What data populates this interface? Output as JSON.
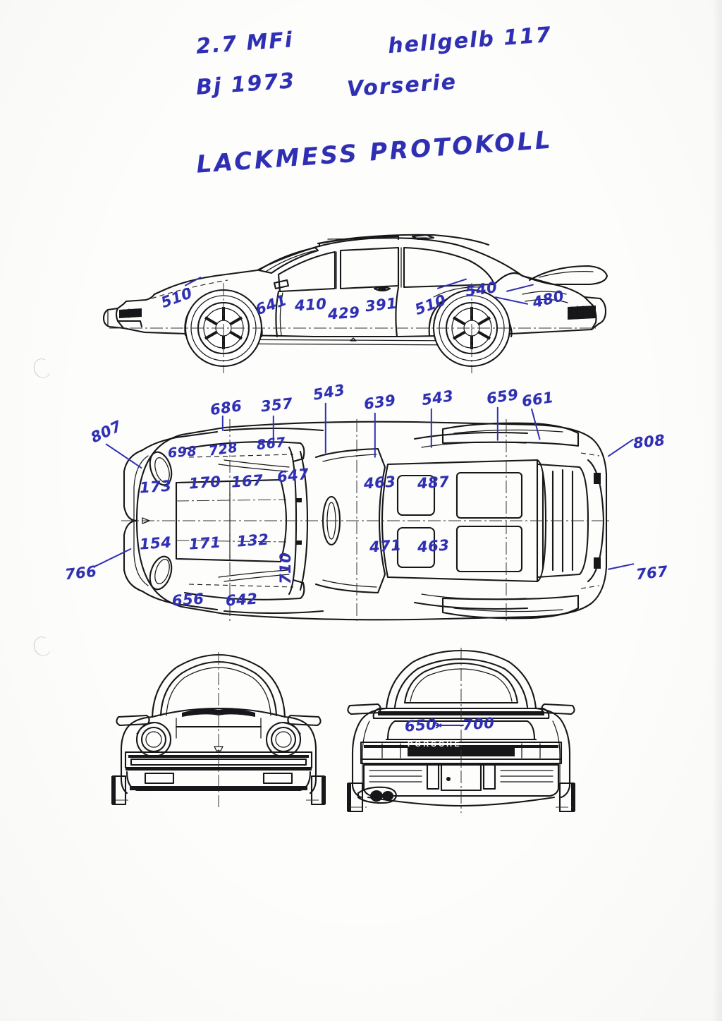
{
  "document": {
    "type": "handwritten-paint-measurement-protocol",
    "title": "LACKMESS PROTOKOLL",
    "ink_color": "#2f2fb4",
    "line_art_color": "#17171a",
    "paper_color": "#fdfdfc"
  },
  "header": {
    "line1_left": "2.7 MFi",
    "line1_right": "hellgelb 117",
    "line2_left": "Bj 1973",
    "line2_right": "Vorserie"
  },
  "views": {
    "side": {
      "name": "side-view",
      "measurements": [
        {
          "value": "510",
          "area": "front-fender"
        },
        {
          "value": "641",
          "area": "front-door-edge"
        },
        {
          "value": "410",
          "area": "door-front"
        },
        {
          "value": "429",
          "area": "door-middle"
        },
        {
          "value": "391",
          "area": "door-rear"
        },
        {
          "value": "510",
          "area": "rear-quarter-front"
        },
        {
          "value": "540",
          "area": "rear-fender-top"
        },
        {
          "value": "480",
          "area": "rear-fender-back"
        }
      ]
    },
    "top": {
      "name": "top-view",
      "measurements": [
        {
          "value": "686",
          "area": "front-left-corner"
        },
        {
          "value": "357",
          "area": "front-hood-left"
        },
        {
          "value": "543",
          "area": "windscreen-left"
        },
        {
          "value": "639",
          "area": "roof-left"
        },
        {
          "value": "543",
          "area": "rear-left"
        },
        {
          "value": "659",
          "area": "rear-deck-left"
        },
        {
          "value": "661",
          "area": "rear-corner-left"
        },
        {
          "value": "807",
          "area": "front-bumper-left"
        },
        {
          "value": "698",
          "area": "hood-front-left"
        },
        {
          "value": "728",
          "area": "hood-front-centre"
        },
        {
          "value": "867",
          "area": "hood-front-right"
        },
        {
          "value": "173",
          "area": "hood-left-upper"
        },
        {
          "value": "170",
          "area": "hood-centre-upper"
        },
        {
          "value": "167",
          "area": "hood-right-upper"
        },
        {
          "value": "647",
          "area": "cowl"
        },
        {
          "value": "463",
          "area": "roof-front-left"
        },
        {
          "value": "487",
          "area": "roof-front-right"
        },
        {
          "value": "154",
          "area": "hood-left-lower"
        },
        {
          "value": "171",
          "area": "hood-centre-lower"
        },
        {
          "value": "132",
          "area": "hood-right-lower"
        },
        {
          "value": "710",
          "area": "a-pillar"
        },
        {
          "value": "471",
          "area": "roof-rear-left"
        },
        {
          "value": "463",
          "area": "roof-rear-right"
        },
        {
          "value": "808",
          "area": "rear-right-corner"
        },
        {
          "value": "766",
          "area": "front-left-wing"
        },
        {
          "value": "767",
          "area": "rear-right-wing"
        },
        {
          "value": "656",
          "area": "hood-bottom-left"
        },
        {
          "value": "642",
          "area": "hood-bottom-right"
        }
      ]
    },
    "front": {
      "name": "front-view",
      "measurements": []
    },
    "rear": {
      "name": "rear-view",
      "badge_text": "PORSCHE",
      "measurements": [
        {
          "value": "650",
          "area": "engine-lid-left"
        },
        {
          "value": "700",
          "area": "engine-lid-right"
        }
      ]
    }
  }
}
